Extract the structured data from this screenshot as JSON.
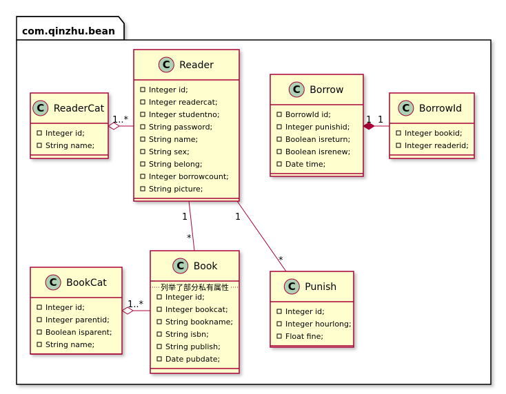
{
  "package": {
    "name": "com.qinzhu.bean"
  },
  "colors": {
    "class_fill": "#FEFECE",
    "class_border": "#A80036",
    "stereo_fill": "#ADD1B2",
    "line": "#A80036"
  },
  "classes": {
    "reader": {
      "stereotype": "C",
      "name": "Reader",
      "attributes": [
        "Integer id;",
        "Integer readercat;",
        "Integer studentno;",
        "String password;",
        "String name;",
        "String sex;",
        "String belong;",
        "Integer borrowcount;",
        "String picture;"
      ]
    },
    "readercat": {
      "stereotype": "C",
      "name": "ReaderCat",
      "attributes": [
        "Integer id;",
        "String name;"
      ]
    },
    "borrow": {
      "stereotype": "C",
      "name": "Borrow",
      "attributes": [
        "BorrowId id;",
        "Integer punishid;",
        "Boolean isreturn;",
        "Boolean isrenew;",
        "Date time;"
      ]
    },
    "borrowid": {
      "stereotype": "C",
      "name": "BorrowId",
      "attributes": [
        "Integer bookid;",
        "Integer readerid;"
      ]
    },
    "bookcat": {
      "stereotype": "C",
      "name": "BookCat",
      "attributes": [
        "Integer id;",
        "Integer parentid;",
        "Boolean isparent;",
        "String name;"
      ]
    },
    "book": {
      "stereotype": "C",
      "name": "Book",
      "note": "列举了部分私有属性",
      "attributes": [
        "Integer id;",
        "Integer bookcat;",
        "String bookname;",
        "String isbn;",
        "String publish;",
        "Date pubdate;"
      ]
    },
    "punish": {
      "stereotype": "C",
      "name": "Punish",
      "attributes": [
        "Integer id;",
        "Integer hourlong;",
        "Float fine;"
      ]
    }
  },
  "relations": {
    "readercat_reader": {
      "mult": "1..*"
    },
    "borrow_borrowid": {
      "mult_left": "1",
      "mult_right": "1"
    },
    "reader_book": {
      "mult_top": "1",
      "mult_bottom": "*"
    },
    "reader_punish": {
      "mult_top": "1",
      "mult_bottom": "*"
    },
    "bookcat_book": {
      "mult": "1..*"
    }
  }
}
